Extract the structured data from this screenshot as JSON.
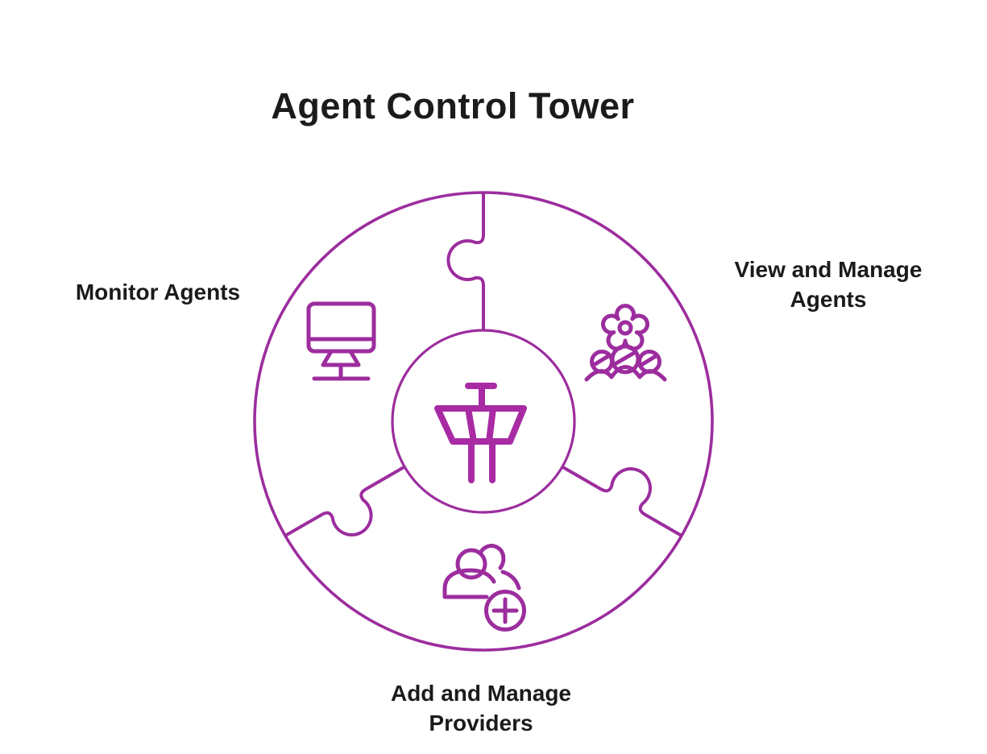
{
  "title": "Agent Control Tower",
  "diagram": {
    "center": {
      "icon": "control-tower-icon"
    },
    "segments": [
      {
        "label": "Monitor Agents",
        "icon": "monitor-icon",
        "position": "left"
      },
      {
        "label": "View and Manage Agents",
        "icon": "agents-settings-icon",
        "position": "right"
      },
      {
        "label": "Add and Manage Providers",
        "icon": "add-provider-icon",
        "position": "bottom"
      }
    ],
    "colors": {
      "outline": "#9C2D9E",
      "center_icon": "#A82BA4",
      "label_text": "#1B1B1B",
      "background": "#FFFFFF"
    }
  }
}
